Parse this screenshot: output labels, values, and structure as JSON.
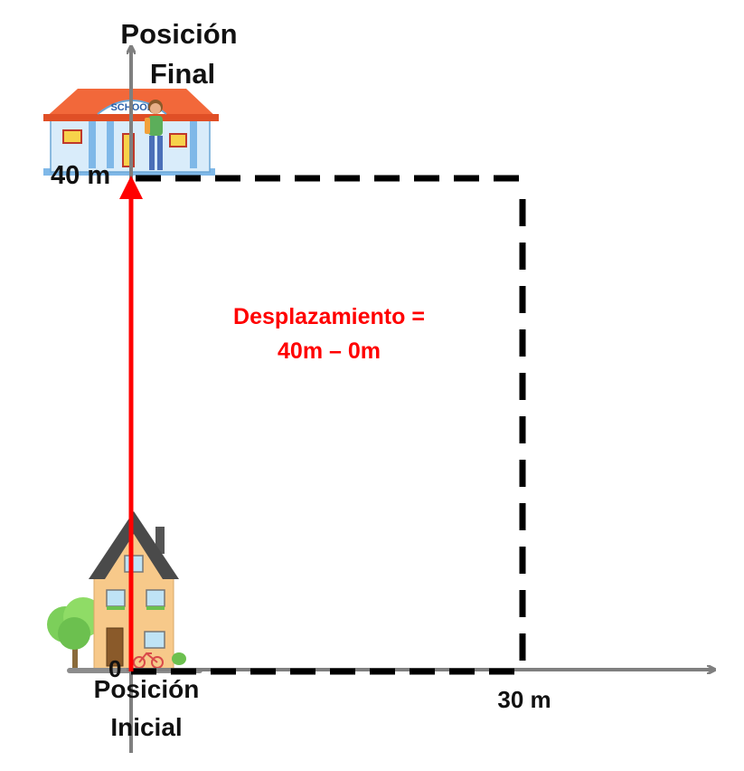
{
  "labels": {
    "final_position_line1": "Posición",
    "final_position_line2": "Final",
    "initial_position_line1": "Posición",
    "initial_position_line2": "Inicial",
    "y_tick_40": "40 m",
    "origin": "0",
    "x_tick_30": "30 m",
    "displacement_line1": "Desplazamiento =",
    "displacement_line2": "40m – 0m"
  },
  "school_sign": "SCHOOL",
  "colors": {
    "axis": "#7f7f7f",
    "dashed_path": "#000000",
    "displacement_arrow": "#ff0000",
    "label_text": "#111111",
    "displacement_text": "#ff0000"
  },
  "icons": {
    "start": "house-icon",
    "end": "school-icon",
    "person": "student-icon",
    "tree": "tree-icon",
    "bike": "bicycle-icon"
  }
}
